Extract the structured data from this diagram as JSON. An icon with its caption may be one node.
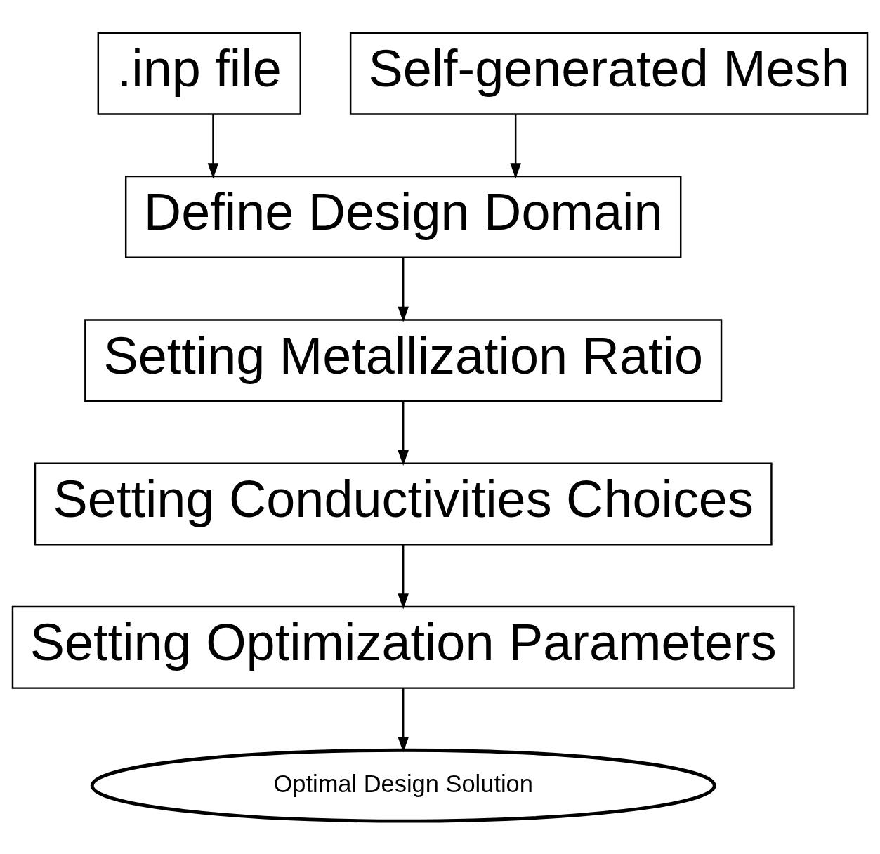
{
  "diagram": {
    "nodes": [
      {
        "text": [
          ".inp file"
        ]
      },
      {
        "text": [
          "Self-generated Mesh"
        ]
      },
      {
        "text": [
          "Define Design Domain"
        ]
      },
      {
        "text": [
          "Setting Metallization Ratio"
        ]
      },
      {
        "text": [
          "Setting Conductivities Choices"
        ]
      },
      {
        "text": [
          "Setting Optimization Parameters"
        ]
      },
      {
        "text": [
          "Optimal Design Solution"
        ]
      }
    ],
    "edges": [
      {
        "from": 0,
        "to": 2,
        "arrow": "to"
      },
      {
        "from": 1,
        "to": 2,
        "arrow": "to"
      },
      {
        "from": 2,
        "to": 3,
        "arrow": "to"
      },
      {
        "from": 3,
        "to": 4,
        "arrow": "to"
      },
      {
        "from": 4,
        "to": 5,
        "arrow": "to"
      },
      {
        "from": 5,
        "to": 6,
        "arrow": "to"
      }
    ]
  }
}
